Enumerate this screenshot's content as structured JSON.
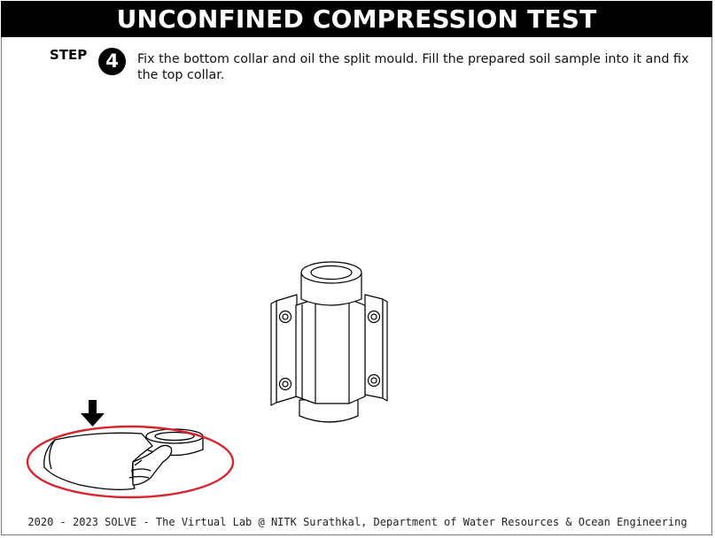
{
  "header": {
    "title": "UNCONFINED COMPRESSION TEST"
  },
  "step": {
    "label": "STEP",
    "number": "4",
    "instruction": "Fix the bottom collar and oil the split mould. Fill the prepared soil sample into it and fix the top collar."
  },
  "highlight": {
    "color": "#d9232d"
  },
  "footer": {
    "text": "2020 - 2023 SOLVE - The Virtual Lab @ NITK Surathkal, Department of Water Resources & Ocean Engineering"
  }
}
